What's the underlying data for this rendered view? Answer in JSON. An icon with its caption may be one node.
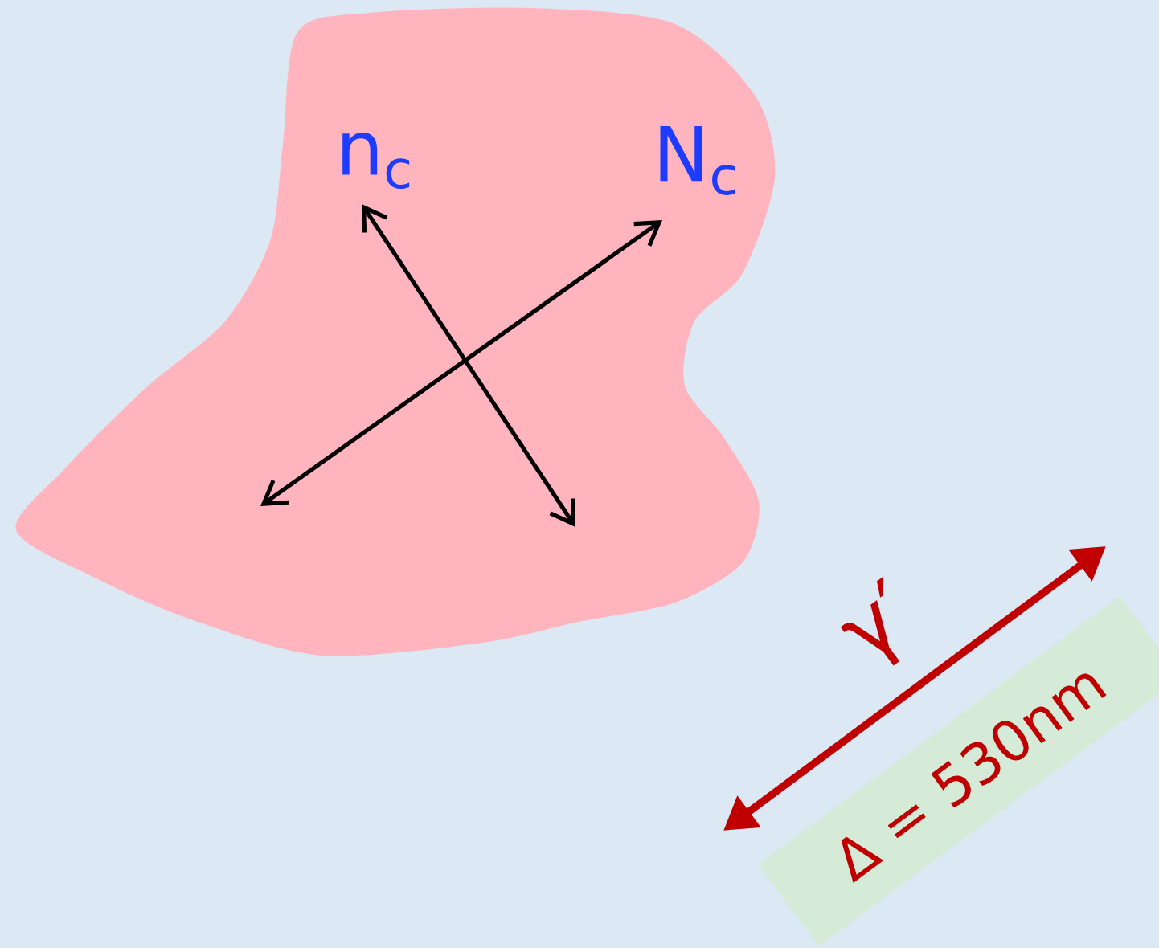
{
  "diagram": {
    "nodes": [
      {
        "text": [
          "n$_{c}$",
          "N$_{c}$"
        ]
      },
      {
        "text": [
          "Δ = 530nm"
        ]
      }
    ],
    "labels": [
      "γ′"
    ]
  }
}
